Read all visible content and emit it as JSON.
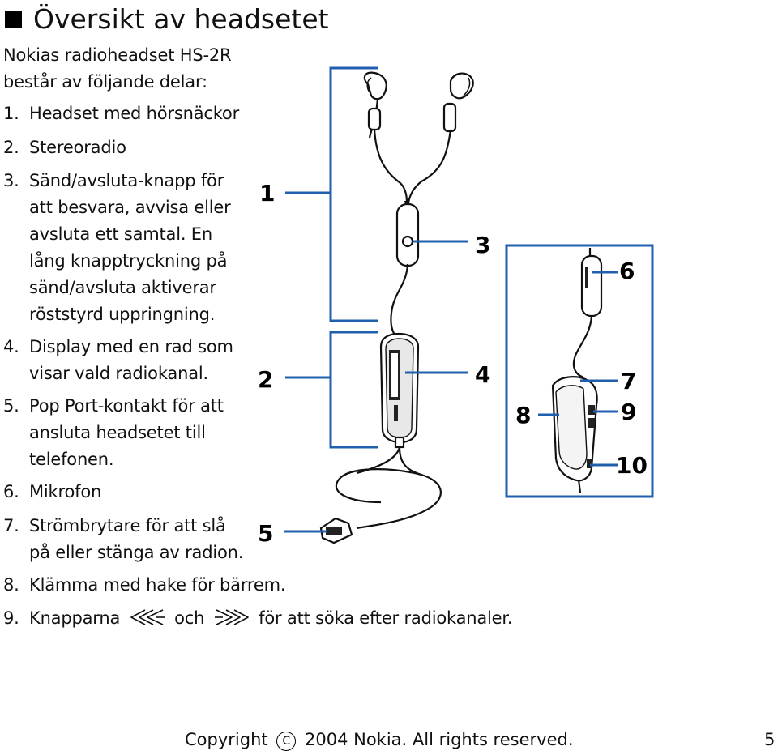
{
  "heading": "Översikt av headsetet",
  "intro": "Nokias radioheadset HS-2R består av följande delar:",
  "items": [
    {
      "num": "1.",
      "lines": [
        "Headset med hörsnäckor"
      ]
    },
    {
      "num": "2.",
      "lines": [
        "Stereoradio"
      ]
    },
    {
      "num": "3.",
      "lines": [
        "Sänd/avsluta-knapp för",
        "att besvara, avvisa eller",
        "avsluta ett samtal. En",
        "lång knapptryckning på",
        "sänd/avsluta aktiverar",
        "röststyrd uppringning."
      ]
    },
    {
      "num": "4.",
      "lines": [
        "Display med en rad som",
        "visar vald radiokanal."
      ]
    },
    {
      "num": "5.",
      "lines": [
        "Pop Port-kontakt för att",
        "ansluta headsetet till",
        "telefonen."
      ]
    },
    {
      "num": "6.",
      "lines": [
        "Mikrofon"
      ]
    },
    {
      "num": "7.",
      "lines": [
        "Strömbrytare för att slå",
        "på eller stänga av radion."
      ]
    },
    {
      "num": "8.",
      "lines": [
        "Klämma med hake för bärrem."
      ]
    }
  ],
  "item9": {
    "num": "9.",
    "pre": "Knapparna",
    "mid": "och",
    "post": "för att söka efter radiokanaler."
  },
  "icons": {
    "seek_back": "seek-back-icon",
    "seek_forward": "seek-forward-icon"
  },
  "callouts": [
    "1",
    "2",
    "3",
    "4",
    "5",
    "6",
    "7",
    "8",
    "9",
    "10"
  ],
  "colors": {
    "callout_line": "#1f5fae",
    "text": "#111111"
  },
  "footer": {
    "pre": "Copyright",
    "symbol": "C",
    "post": "2004 Nokia. All rights reserved."
  },
  "page_number": "5"
}
